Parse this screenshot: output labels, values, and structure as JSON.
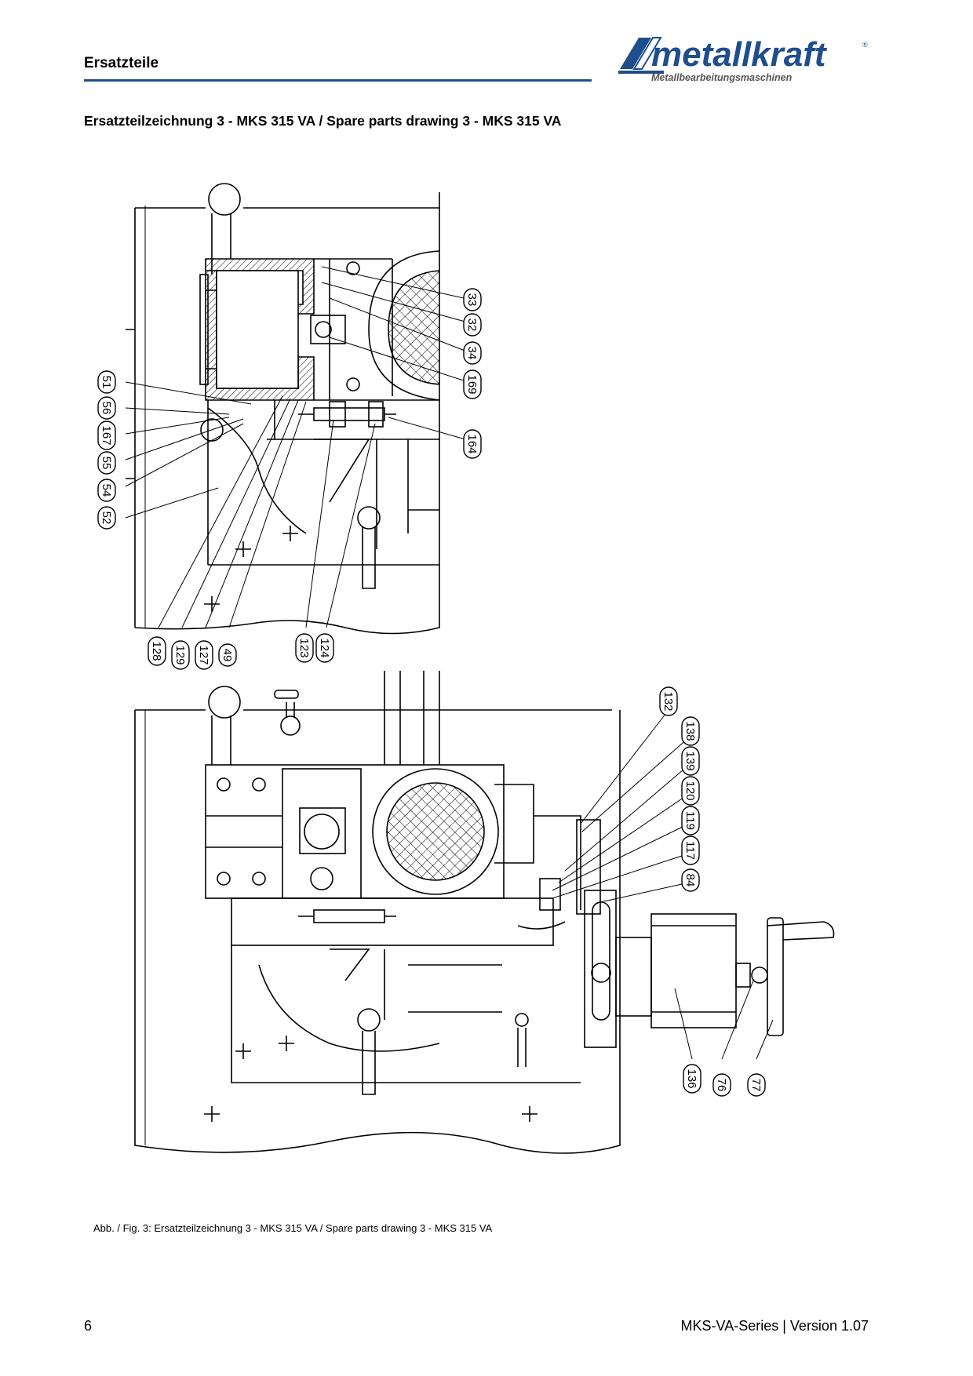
{
  "header": {
    "section_title": "Ersatzteile",
    "logo": {
      "wordmark": "metallkraft",
      "tagline": "Metallbearbeitungsmaschinen",
      "registered_mark": "®",
      "color": "#1f4e8c"
    }
  },
  "heading": "Ersatzteilzeichnung 3 - MKS 315 VA / Spare parts drawing 3 - MKS 315 VA",
  "drawing": {
    "upper_view_part_labels": [
      "33",
      "32",
      "34",
      "169",
      "164",
      "51",
      "56",
      "167",
      "55",
      "54",
      "52",
      "128",
      "129",
      "127",
      "49",
      "123",
      "124"
    ],
    "lower_view_part_labels": [
      "132",
      "138",
      "139",
      "120",
      "119",
      "117",
      "84",
      "136",
      "76",
      "77"
    ]
  },
  "caption": "Abb. / Fig. 3: Ersatzteilzeichnung 3 - MKS 315 VA / Spare parts drawing 3 - MKS 315 VA",
  "footer": {
    "page_number": "6",
    "version": "MKS-VA-Series | Version 1.07"
  },
  "colors": {
    "accent": "#1f4e8c",
    "line": "#000000"
  }
}
